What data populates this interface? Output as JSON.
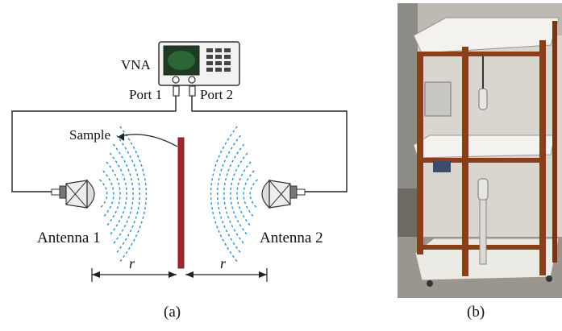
{
  "figure": {
    "panel_a": {
      "caption": "(a)",
      "vna_label": "VNA",
      "port1_label": "Port 1",
      "port2_label": "Port 2",
      "sample_label": "Sample",
      "antenna1_label": "Antenna 1",
      "antenna2_label": "Antenna 2",
      "distance_left": "r",
      "distance_right": "r",
      "wave_color": "#2a8fcf",
      "sample_color": "#a3262b"
    },
    "panel_b": {
      "caption": "(b)",
      "frame_wood_color": "#8a3e1a",
      "shelf_color": "#f4f2ee"
    }
  }
}
